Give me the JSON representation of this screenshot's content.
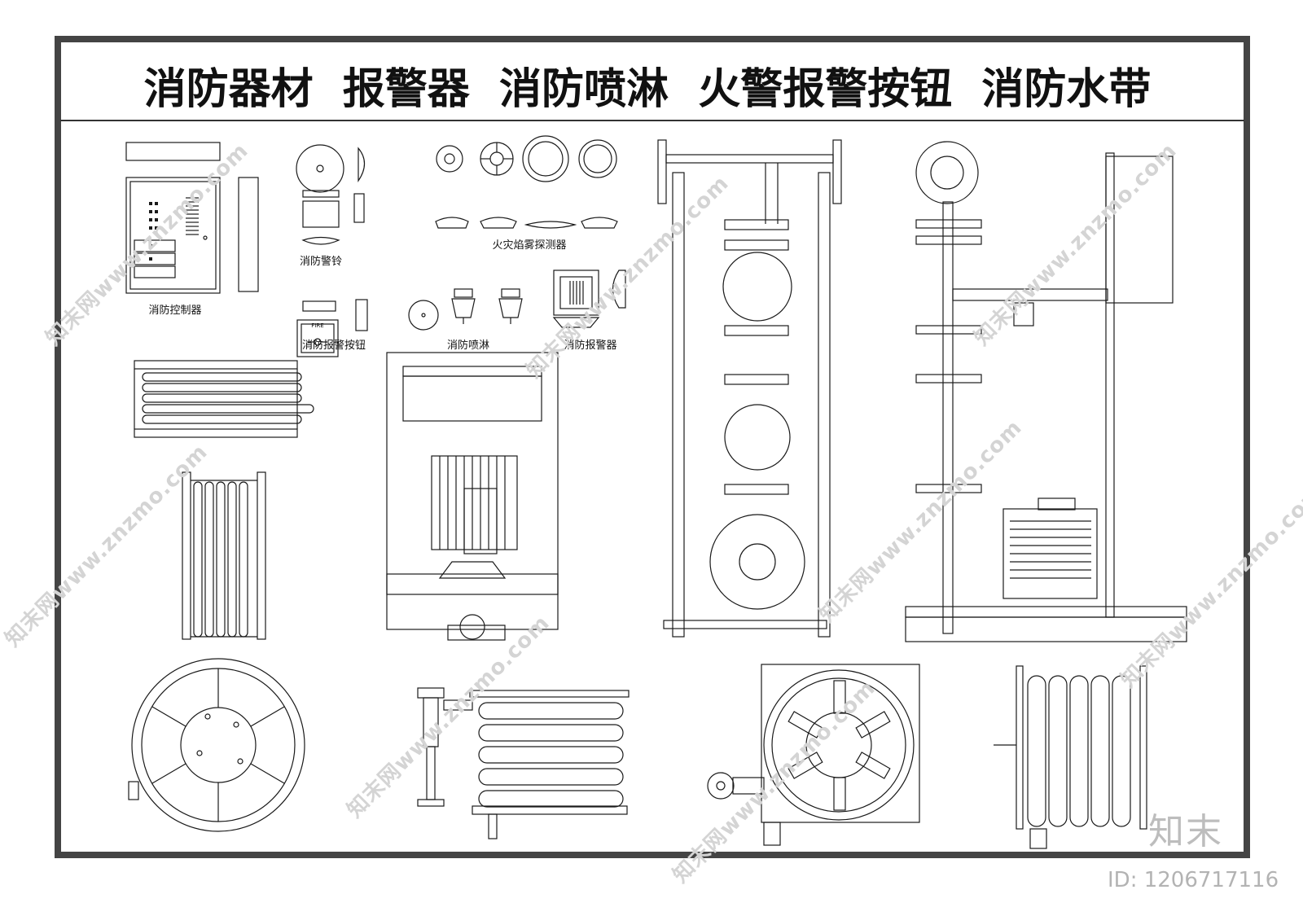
{
  "title": "消防器材  报警器  消防喷淋  火警报警按钮  消防水带",
  "labels": {
    "controller": "消防控制器",
    "bell": "消防警铃",
    "detector": "火灾焰雾探测器",
    "button": "消防报警按钮",
    "sprinkler": "消防喷淋",
    "alarm": "消防报警器",
    "fire_small": "FIRE"
  },
  "watermark": {
    "text": "知末网www.znzmo.com",
    "logo": "知末",
    "id": "ID: 1206717116"
  },
  "colors": {
    "line": "#1a1a1a",
    "frame": "#444444",
    "watermark": "#d4d4d4"
  }
}
